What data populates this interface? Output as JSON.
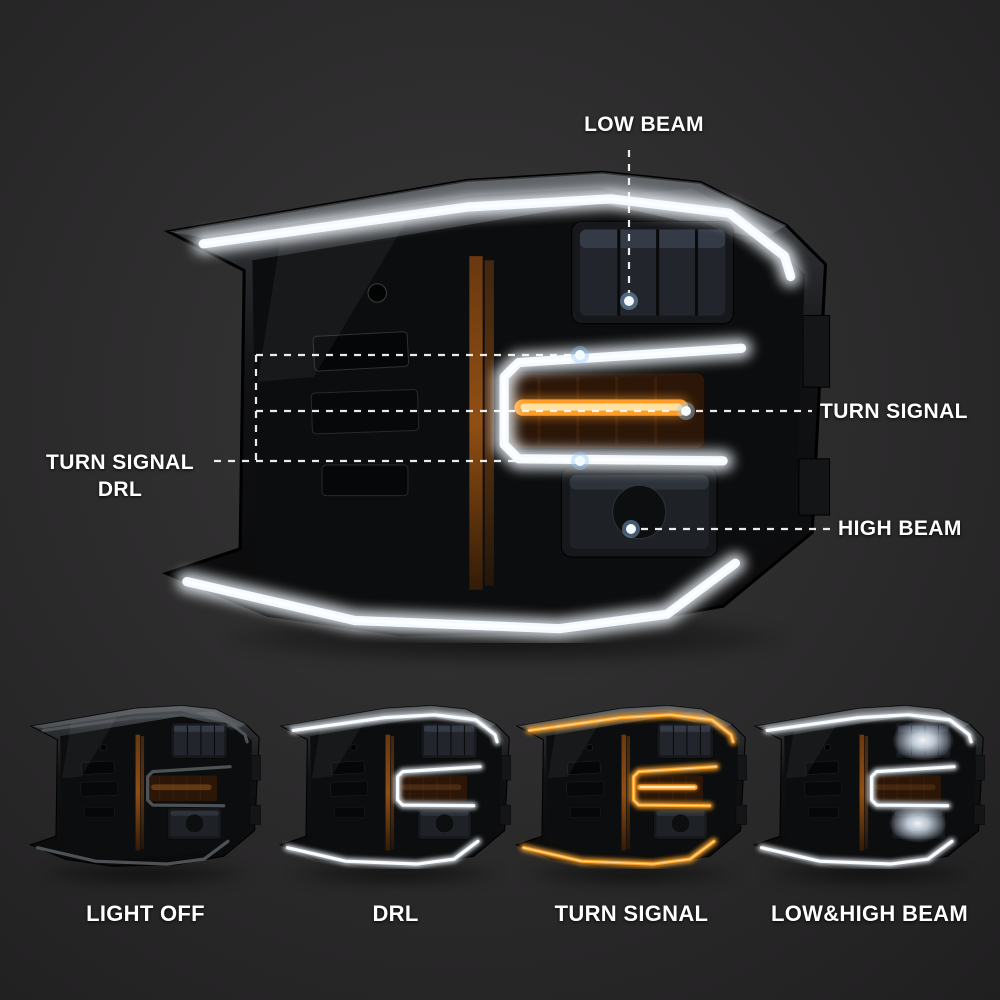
{
  "callouts": {
    "low_beam": {
      "label": "LOW BEAM"
    },
    "turn_signal": {
      "label": "TURN SIGNAL"
    },
    "turn_signal_drl": {
      "line1": "TURN SIGNAL",
      "line2": "DRL"
    },
    "high_beam": {
      "label": "HIGH BEAM"
    }
  },
  "modes": [
    {
      "id": "off",
      "label": "LIGHT OFF"
    },
    {
      "id": "drl",
      "label": "DRL"
    },
    {
      "id": "turn",
      "label": "TURN SIGNAL"
    },
    {
      "id": "beam",
      "label": "LOW&HIGH BEAM"
    }
  ],
  "colors": {
    "background": "#2b2a2b",
    "label_text": "#ffffff",
    "drl_white": "#f4faff",
    "turn_amber": "#ff9d26",
    "housing_black": "#0f1012"
  }
}
